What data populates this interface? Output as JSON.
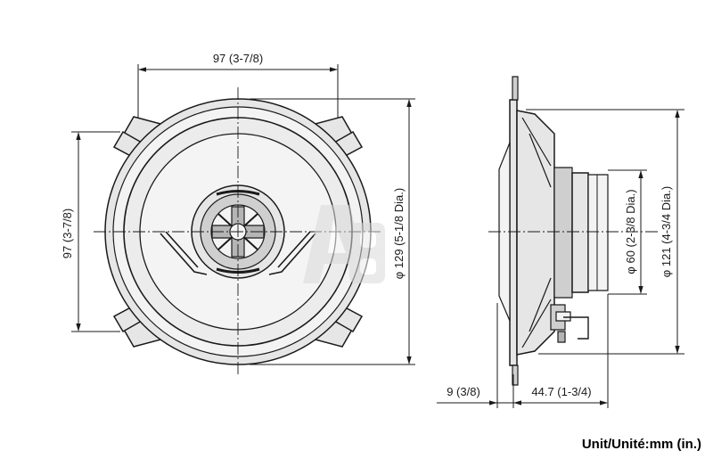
{
  "dimensions": {
    "front_width": "97 (3-7/8)",
    "front_height": "97 (3-7/8)",
    "outer_diameter": "φ 129 (5-1/8 Dia.)",
    "magnet_diameter": "φ 60 (2-3/8 Dia.)",
    "cutout_diameter": "φ 121 (4-3/4 Dia.)",
    "mount_depth": "9 (3/8)",
    "total_depth": "44.7 (1-3/4)"
  },
  "unit_label": "Unit/Unité:mm (in.)",
  "colors": {
    "line": "#1a1a1a",
    "body_fill": "#e6e6e6",
    "light_fill": "#f3f3f3",
    "watermark": "#d9d9d9"
  },
  "watermark_icon": "logo-watermark-icon"
}
